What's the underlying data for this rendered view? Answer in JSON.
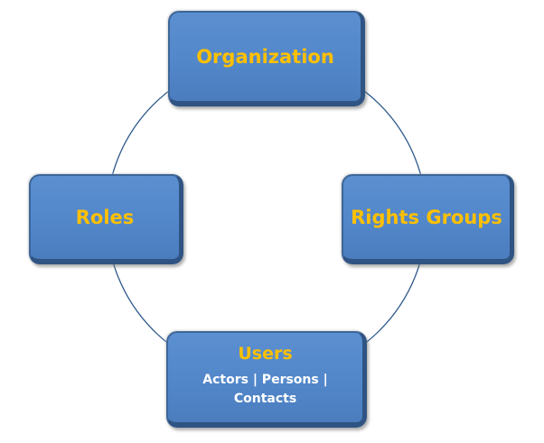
{
  "diagram": {
    "type": "cycle",
    "connector_color": "#2f5a8c",
    "node_fill_color": "#5287ca",
    "title_color": "#ffc000",
    "subtitle_color": "#ffffff",
    "nodes": [
      {
        "id": "organization",
        "title": "Organization"
      },
      {
        "id": "rights-groups",
        "title": "Rights Groups"
      },
      {
        "id": "users",
        "title": "Users",
        "subtitle_line1": "Actors | Persons |",
        "subtitle_line2": "Contacts"
      },
      {
        "id": "roles",
        "title": "Roles"
      }
    ]
  }
}
